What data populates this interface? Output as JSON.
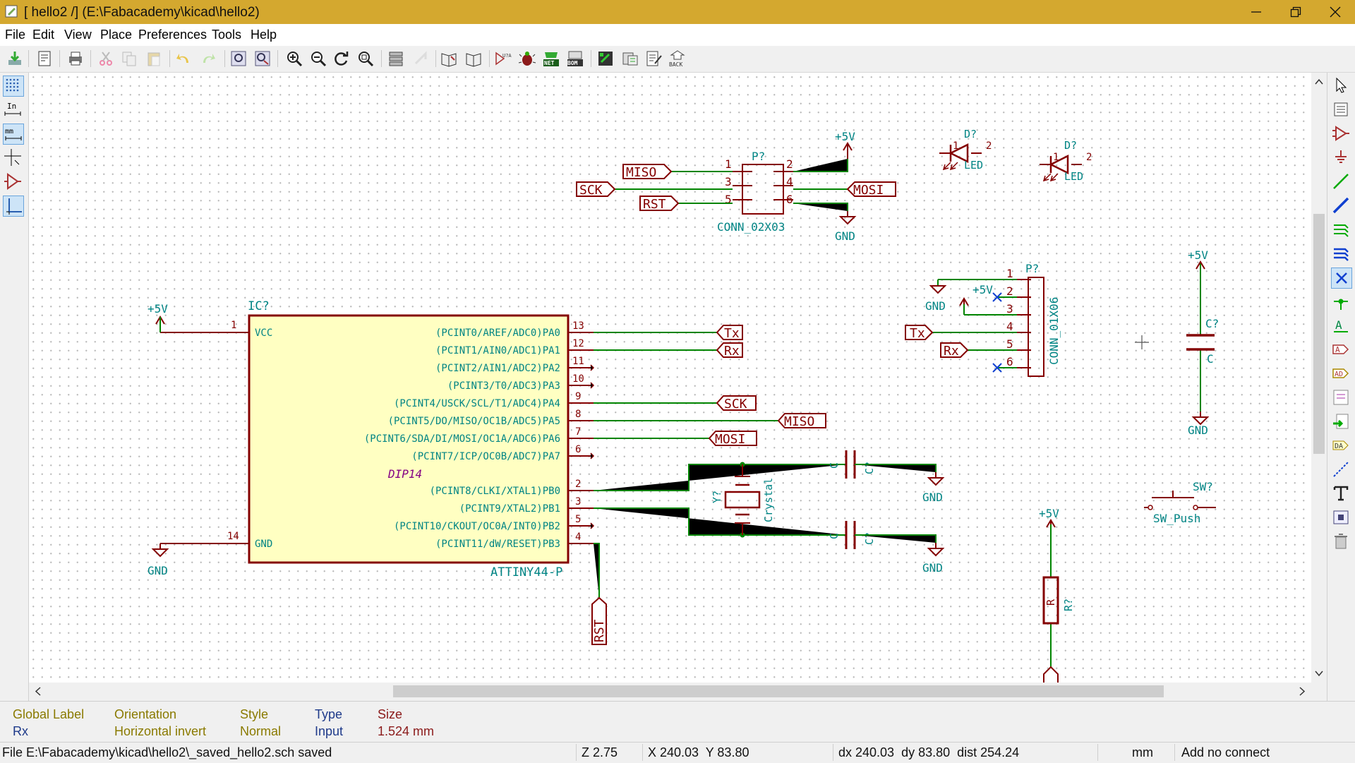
{
  "window": {
    "title": "[ hello2 /] (E:\\Fabacademy\\kicad\\hello2)"
  },
  "menu": [
    "File",
    "Edit",
    "View",
    "Place",
    "Preferences",
    "Tools",
    "Help"
  ],
  "toolbar": {
    "back_label": "BACK",
    "net_label": "NET",
    "bom_label": "BOM",
    "annotate_label": "U?A"
  },
  "left_toolbar": {
    "inch_label": "In",
    "mm_label": "mm"
  },
  "schematic": {
    "ic": {
      "ref": "IC?",
      "value": "ATTINY44-P",
      "footprint": "DIP14",
      "left_pins": [
        {
          "num": "1",
          "name": "VCC"
        },
        {
          "num": "14",
          "name": "GND"
        }
      ],
      "right_pins": [
        {
          "num": "13",
          "name": "(PCINT0/AREF/ADC0)PA0"
        },
        {
          "num": "12",
          "name": "(PCINT1/AIN0/ADC1)PA1"
        },
        {
          "num": "11",
          "name": "(PCINT2/AIN1/ADC2)PA2"
        },
        {
          "num": "10",
          "name": "(PCINT3/T0/ADC3)PA3"
        },
        {
          "num": "9",
          "name": "(PCINT4/USCK/SCL/T1/ADC4)PA4"
        },
        {
          "num": "8",
          "name": "(PCINT5/DO/MISO/OC1B/ADC5)PA5"
        },
        {
          "num": "7",
          "name": "(PCINT6/SDA/DI/MOSI/OC1A/ADC6)PA6"
        },
        {
          "num": "6",
          "name": "(PCINT7/ICP/OC0B/ADC7)PA7"
        },
        {
          "num": "2",
          "name": "(PCINT8/CLKI/XTAL1)PB0"
        },
        {
          "num": "3",
          "name": "(PCINT9/XTAL2)PB1"
        },
        {
          "num": "5",
          "name": "(PCINT10/CKOUT/OC0A/INT0)PB2"
        },
        {
          "num": "4",
          "name": "(PCINT11/dW/RESET)PB3"
        }
      ]
    },
    "labels": {
      "tx": "Tx",
      "rx": "Rx",
      "sck": "SCK",
      "miso": "MISO",
      "mosi": "MOSI",
      "rst": "RST"
    },
    "power": {
      "vcc": "+5V",
      "gnd": "GND"
    },
    "isp": {
      "ref": "P?",
      "value": "CONN_02X03",
      "left_pins": [
        "1",
        "3",
        "5"
      ],
      "right_pins": [
        "2",
        "4",
        "6"
      ]
    },
    "ftdi": {
      "ref": "P?",
      "value": "CONN_01X06",
      "pins": [
        "1",
        "2",
        "3",
        "4",
        "5",
        "6"
      ]
    },
    "led1": {
      "ref": "D?",
      "value": "LED",
      "pin1": "1",
      "pin2": "2"
    },
    "led2": {
      "ref": "D?",
      "value": "LED",
      "pin1": "1",
      "pin2": "2"
    },
    "crystal": {
      "ref": "Y?",
      "value": "Crystal"
    },
    "cap1": {
      "ref": "C?",
      "value": "C"
    },
    "cap2": {
      "ref": "C?",
      "value": "C"
    },
    "cap3": {
      "ref": "C?",
      "value": "C"
    },
    "resistor": {
      "ref": "R?",
      "value": "R"
    },
    "switch": {
      "ref": "SW?",
      "value": "SW_Push"
    }
  },
  "message_panel": [
    {
      "header": "Global Label",
      "value": "Rx"
    },
    {
      "header": "Orientation",
      "value": "Horizontal invert"
    },
    {
      "header": "Style",
      "value": "Normal"
    },
    {
      "header": "Type",
      "value": "Input"
    },
    {
      "header": "Size",
      "value": "1.524 mm"
    }
  ],
  "status": {
    "message": "File E:\\Fabacademy\\kicad\\hello2\\_saved_hello2.sch saved",
    "zoom": "Z 2.75",
    "coords": "X 240.03  Y 83.80",
    "delta": "dx 240.03  dy 83.80  dist 254.24",
    "units": "mm",
    "mode": "Add no connect"
  },
  "colors": {
    "wire": "#008400",
    "part": "#840000",
    "field": "#008484",
    "body": "#ffffc2",
    "pinname": "#840084"
  }
}
